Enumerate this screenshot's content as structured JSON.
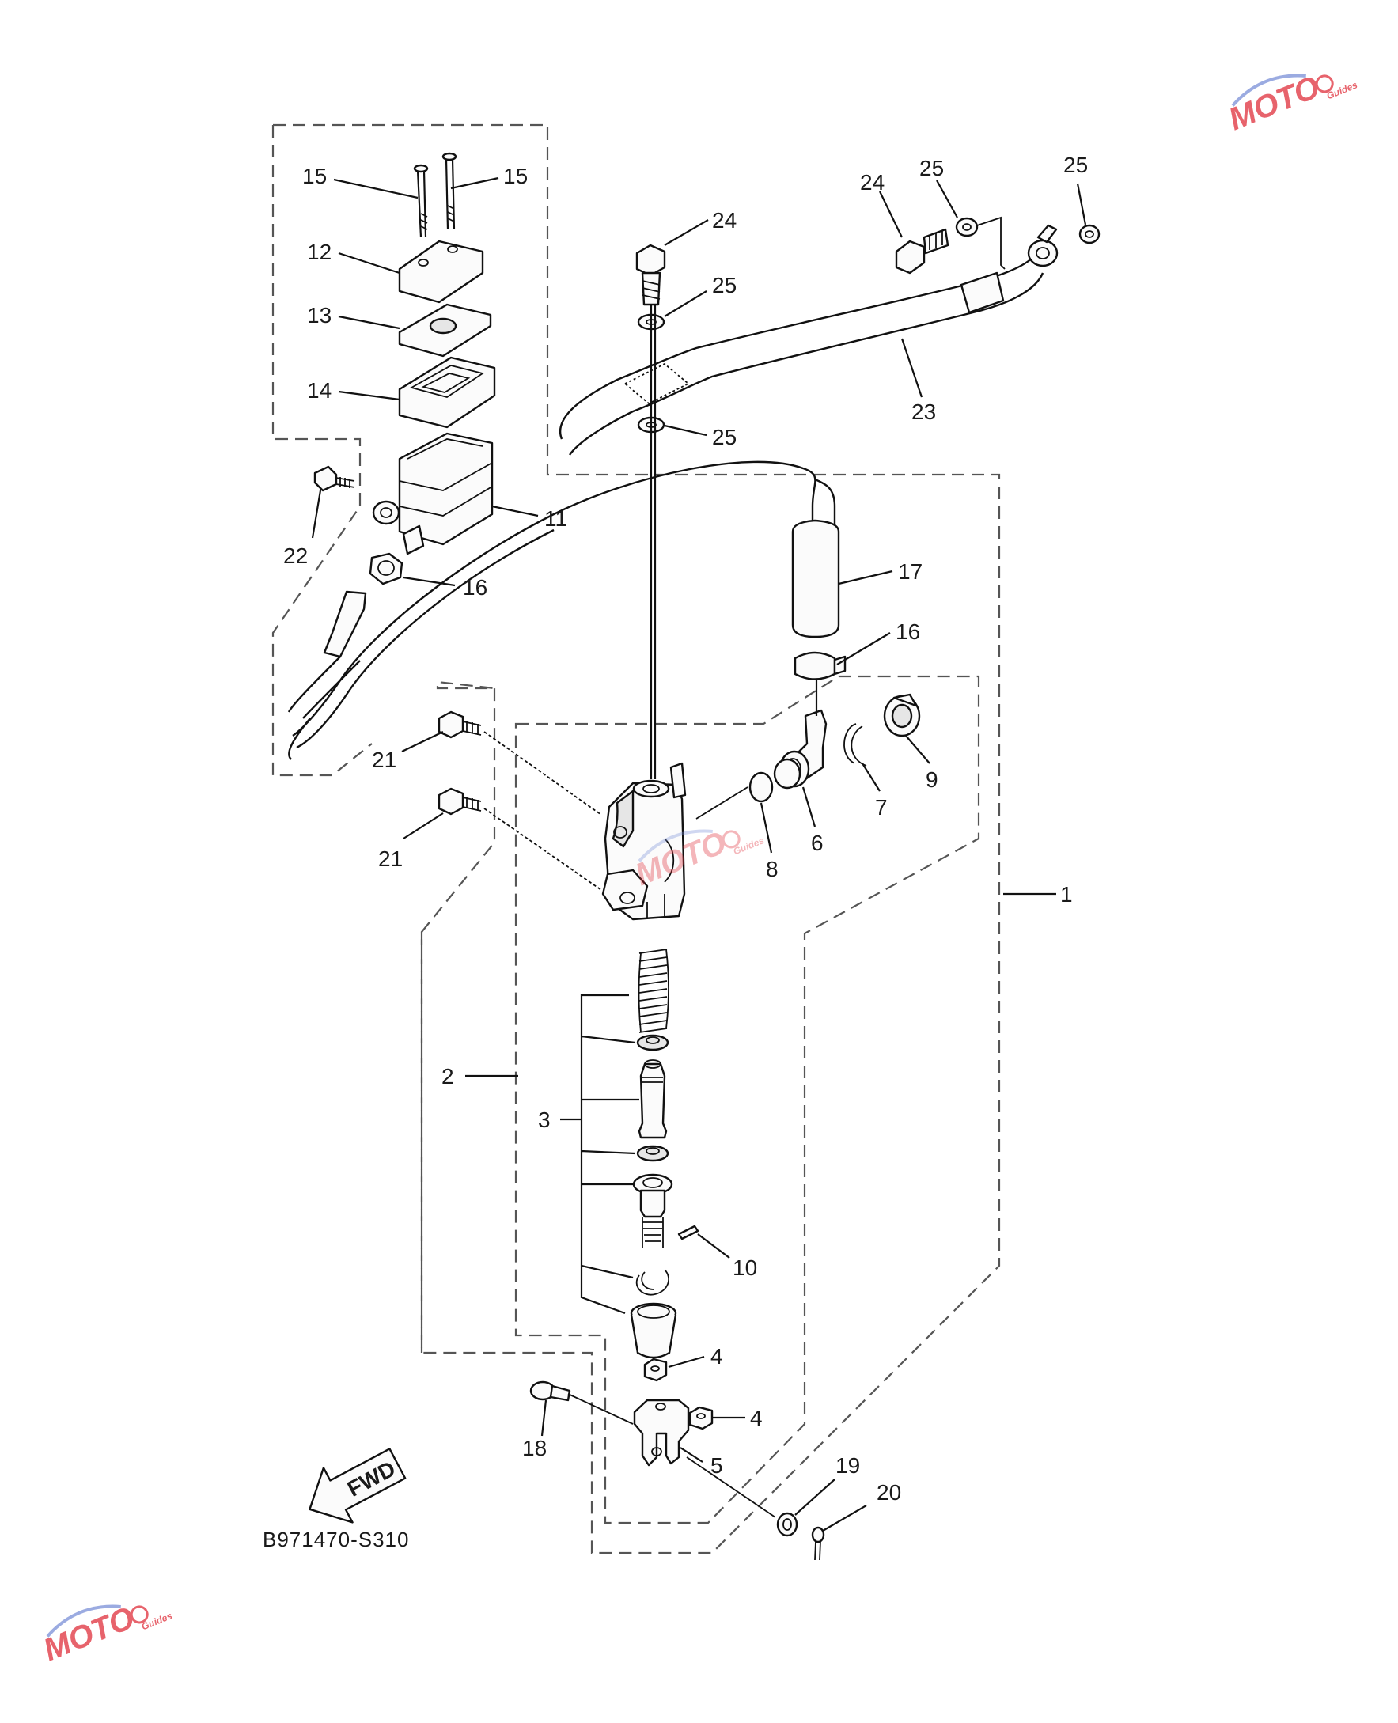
{
  "diagram": {
    "code": "B971470-S310",
    "fwd_arrow": "FWD",
    "watermark": {
      "brand": "MOTO",
      "sub": "Guides",
      "accent": "#e0303b",
      "accent2": "#7a8fd8"
    },
    "callouts": {
      "c1": "1",
      "c2": "2",
      "c3": "3",
      "c4a": "4",
      "c4b": "4",
      "c5": "5",
      "c6": "6",
      "c7": "7",
      "c8": "8",
      "c9": "9",
      "c10": "10",
      "c11": "11",
      "c12": "12",
      "c13": "13",
      "c14": "14",
      "c15a": "15",
      "c15b": "15",
      "c16a": "16",
      "c16b": "16",
      "c17": "17",
      "c18": "18",
      "c19": "19",
      "c20": "20",
      "c21a": "21",
      "c21b": "21",
      "c22": "22",
      "c23": "23",
      "c24a": "24",
      "c24b": "24",
      "c25a": "25",
      "c25b": "25",
      "c25c": "25",
      "c25d": "25"
    }
  }
}
